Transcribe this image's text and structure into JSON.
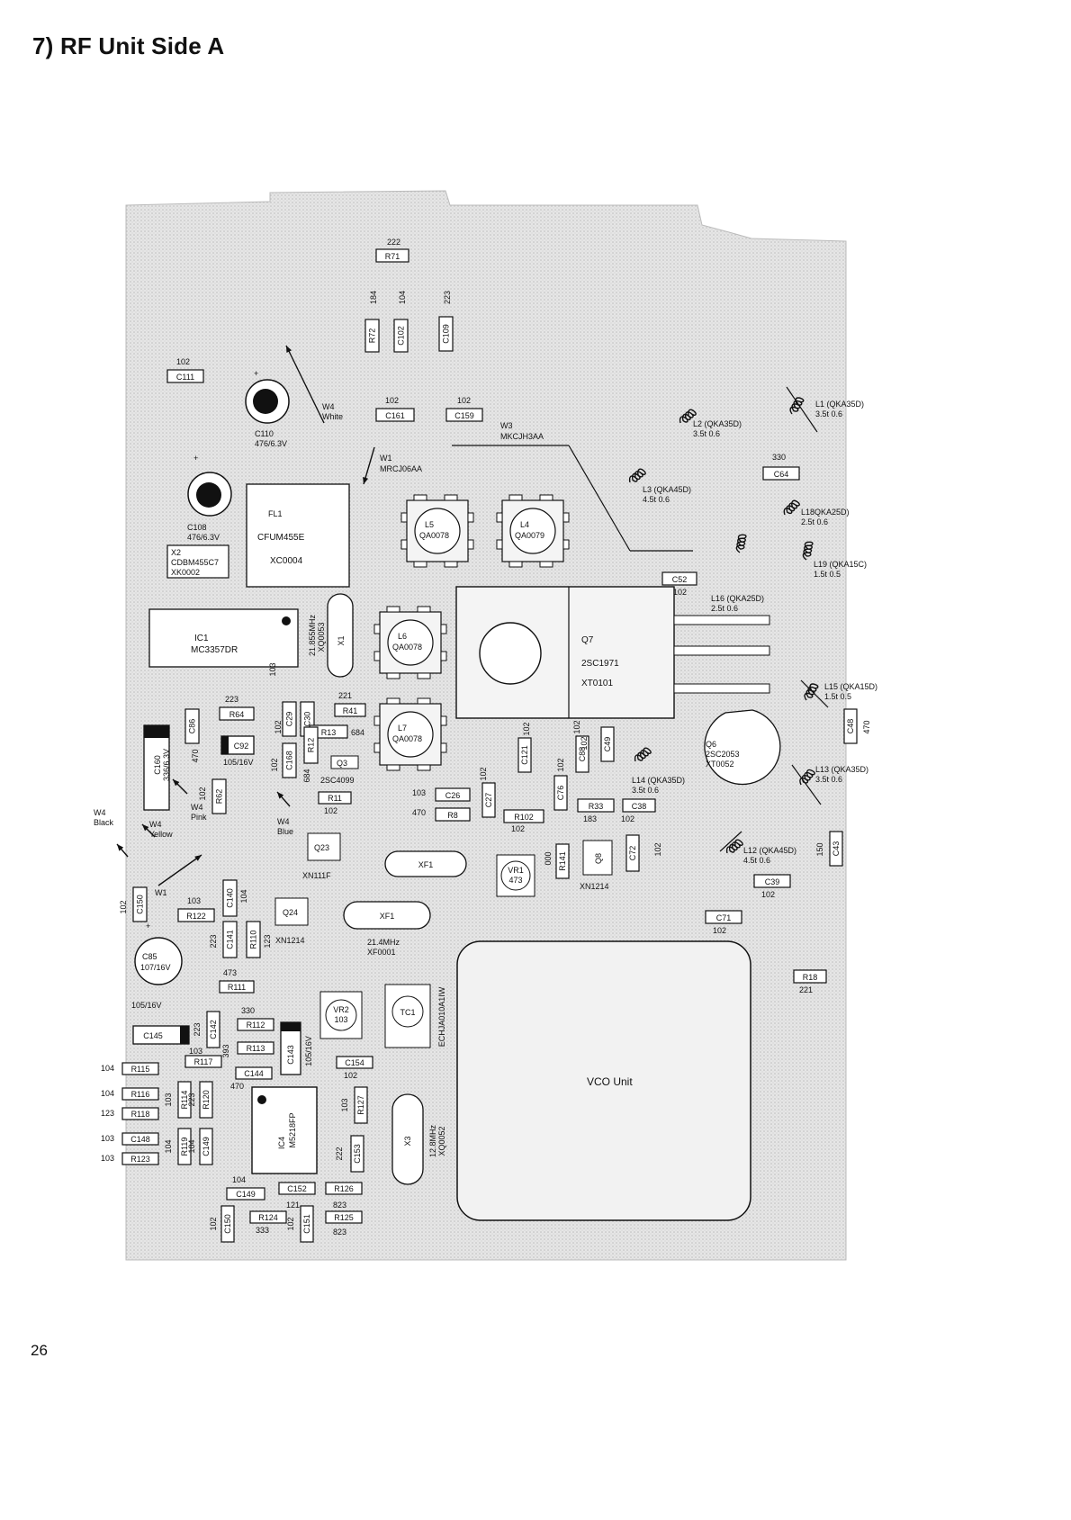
{
  "page": {
    "title": "7) RF Unit Side A",
    "page_number": "26"
  },
  "components": {
    "r71": {
      "ref": "R71",
      "val": "222"
    },
    "r72": {
      "ref": "R72",
      "val": "184"
    },
    "c102": {
      "ref": "C102",
      "val": "104"
    },
    "c109": {
      "ref": "C109",
      "val": "223"
    },
    "c111": {
      "ref": "C111",
      "val": "102"
    },
    "c161": {
      "ref": "C161",
      "val": "102"
    },
    "c159": {
      "ref": "C159",
      "val": "102"
    },
    "c110": {
      "ref": "C110",
      "val": "476/6.3V"
    },
    "c108": {
      "ref": "C108",
      "val": "476/6.3V"
    },
    "x2": {
      "ref": "X2",
      "val1": "CDBM455C7",
      "val2": "XK0002"
    },
    "fl1": {
      "ref": "FL1",
      "val1": "CFUM455E",
      "val2": "XC0004"
    },
    "ic1": {
      "ref": "IC1",
      "val": "MC3357DR"
    },
    "x1": {
      "ref": "X1",
      "val1": "21.855MHz",
      "val2": "XQ0053"
    },
    "l5": {
      "ref": "L5",
      "val": "QA0078"
    },
    "l4": {
      "ref": "L4",
      "val": "QA0079"
    },
    "l6": {
      "ref": "L6",
      "val": "QA0078"
    },
    "l7": {
      "ref": "L7",
      "val": "QA0078"
    },
    "q7": {
      "ref": "Q7",
      "val1": "2SC1971",
      "val2": "XT0101"
    },
    "q6": {
      "ref": "Q6",
      "val1": "2SC2053",
      "val2": "XT0052"
    },
    "w3": {
      "ref": "W3",
      "val": "MKCJH3AA"
    },
    "w1a": {
      "ref": "W1",
      "val": "MRCJ06AA"
    },
    "w4white": {
      "ref": "W4",
      "val": "White"
    },
    "l1": {
      "text": "L1 (QKA35D)",
      "val": "3.5t 0.6"
    },
    "l2": {
      "text": "L2 (QKA35D)",
      "val": "3.5t 0.6"
    },
    "l3": {
      "text": "L3 (QKA45D)",
      "val": "4.5t 0.6"
    },
    "l18": {
      "text": "L18QKA25D)",
      "val": "2.5t 0.6"
    },
    "l19": {
      "text": "L19 (QKA15C)",
      "val": "1.5t 0.5"
    },
    "l16": {
      "text": "L16 (QKA25D)",
      "val": "2.5t 0.6"
    },
    "l15": {
      "text": "L15 (QKA15D)",
      "val": "1.5t 0.5"
    },
    "l13": {
      "text": "L13 (QKA35D)",
      "val": "3.5t 0.6"
    },
    "l14": {
      "text": "L14 (QKA35D)",
      "val": "3.5t 0.6"
    },
    "l12": {
      "text": "L12 (QKA45D)",
      "val": "4.5t 0.6"
    },
    "c64": {
      "ref": "C64",
      "val": "330"
    },
    "c52": {
      "ref": "C52",
      "val": "102"
    },
    "c48": {
      "ref": "C48",
      "val": "470"
    },
    "c43": {
      "ref": "C43",
      "val": "150"
    },
    "c39": {
      "ref": "C39",
      "val": "102"
    },
    "c71": {
      "ref": "C71",
      "val": "102"
    },
    "r18": {
      "ref": "R18",
      "val": "221"
    },
    "r64": {
      "ref": "R64",
      "val": "223"
    },
    "r41": {
      "ref": "R41",
      "val": "221"
    },
    "r13": {
      "ref": "R13",
      "val": "684"
    },
    "c29": {
      "ref": "C29",
      "val": "103"
    },
    "c30": {
      "ref": "C30",
      "val": "102"
    },
    "c86": {
      "ref": "C86",
      "val": "470"
    },
    "c92": {
      "ref": "C92",
      "val": "105/16V"
    },
    "c160": {
      "ref": "C160",
      "val": "336/6.3V"
    },
    "c168": {
      "ref": "C168",
      "val": "102"
    },
    "r62": {
      "ref": "R62",
      "val": "102"
    },
    "r12": {
      "ref": "R12",
      "val": "684"
    },
    "q3": {
      "ref": "Q3",
      "val": "2SC4099"
    },
    "r11": {
      "ref": "R11",
      "val": "102"
    },
    "c26": {
      "ref": "C26",
      "val": "103"
    },
    "r8": {
      "ref": "R8",
      "val": "470"
    },
    "c27": {
      "ref": "C27",
      "val": "102"
    },
    "c121": {
      "ref": "C121",
      "val": "102"
    },
    "r102": {
      "ref": "R102",
      "val": "102"
    },
    "c76": {
      "ref": "C76",
      "val": "102"
    },
    "c88": {
      "ref": "C88",
      "val": "102"
    },
    "c49": {
      "ref": "C49",
      "val": "102"
    },
    "r33": {
      "ref": "R33",
      "val": "183"
    },
    "c38": {
      "ref": "C38",
      "val": "102"
    },
    "q23": {
      "ref": "Q23",
      "val": "XN111F"
    },
    "xf1a": {
      "ref": "XF1"
    },
    "xf1b": {
      "ref": "XF1",
      "val1": "21.4MHz",
      "val2": "XF0001"
    },
    "vr1": {
      "ref": "VR1",
      "val": "473"
    },
    "r141": {
      "ref": "R141",
      "val": "000"
    },
    "q8": {
      "ref": "Q8",
      "val": "XN1214"
    },
    "c72": {
      "ref": "C72",
      "val": "102"
    },
    "q24": {
      "ref": "Q24",
      "val": "XN1214"
    },
    "c140": {
      "ref": "C140",
      "val": "104"
    },
    "c141": {
      "ref": "C141",
      "val": "223"
    },
    "r110": {
      "ref": "R110",
      "val": "123"
    },
    "r122": {
      "ref": "R122",
      "val": "103"
    },
    "c150b": {
      "ref": "C150",
      "val": "102"
    },
    "c85": {
      "ref": "C85",
      "val": "107/16V"
    },
    "r111": {
      "ref": "R111",
      "val": "473"
    },
    "c145": {
      "ref": "C145",
      "val": "105/16V"
    },
    "c142": {
      "ref": "C142",
      "val": "223"
    },
    "r112": {
      "ref": "R112",
      "val": "330"
    },
    "r117": {
      "ref": "R117",
      "val": "103"
    },
    "r113": {
      "ref": "R113",
      "val": "393"
    },
    "c143": {
      "ref": "C143",
      "val": "105/16V"
    },
    "c144": {
      "ref": "C144",
      "val": "470"
    },
    "r115": {
      "ref": "R115",
      "val": "104"
    },
    "r116": {
      "ref": "R116",
      "val": "104"
    },
    "r118": {
      "ref": "R118",
      "val": "123"
    },
    "c148": {
      "ref": "C148",
      "val": "103"
    },
    "r123": {
      "ref": "R123",
      "val": "103"
    },
    "r114": {
      "ref": "R114",
      "val": "103"
    },
    "r120": {
      "ref": "R120",
      "val": "223"
    },
    "r119": {
      "ref": "R119",
      "val": "104"
    },
    "c149a": {
      "ref": "C149",
      "val": "104"
    },
    "c149b": {
      "ref": "C149",
      "val": "104"
    },
    "ic4": {
      "ref": "IC4",
      "val": "M5218FP"
    },
    "vr2": {
      "ref": "VR2",
      "val": "103"
    },
    "tc1": {
      "ref": "TC1"
    },
    "ecj": {
      "val": "ECHJA010A1IW"
    },
    "c154": {
      "ref": "C154",
      "val": "102"
    },
    "r127": {
      "ref": "R127",
      "val": "103"
    },
    "c153": {
      "ref": "C153",
      "val": "222"
    },
    "x3": {
      "ref": "X3",
      "val1": "12.8MHz",
      "val2": "XQ0052"
    },
    "c152": {
      "ref": "C152",
      "val": "121"
    },
    "r126": {
      "ref": "R126",
      "val": "823"
    },
    "r124": {
      "ref": "R124",
      "val": "333"
    },
    "r125": {
      "ref": "R125",
      "val": "823"
    },
    "c150": {
      "ref": "C150",
      "val": "102"
    },
    "c151": {
      "ref": "C151",
      "val": "102"
    },
    "vco": {
      "label": "VCO Unit"
    }
  },
  "wires": {
    "w4black": {
      "ref": "W4",
      "val": "Black"
    },
    "w4yellow": {
      "ref": "W4",
      "val": "Yellow"
    },
    "w4pink": {
      "ref": "W4",
      "val": "Pink"
    },
    "w4blue": {
      "ref": "W4",
      "val": "Blue"
    },
    "w1b": {
      "ref": "W1"
    }
  },
  "colors": {
    "ink": "#111111",
    "board": "#d8d8d8",
    "paper": "#ffffff"
  }
}
